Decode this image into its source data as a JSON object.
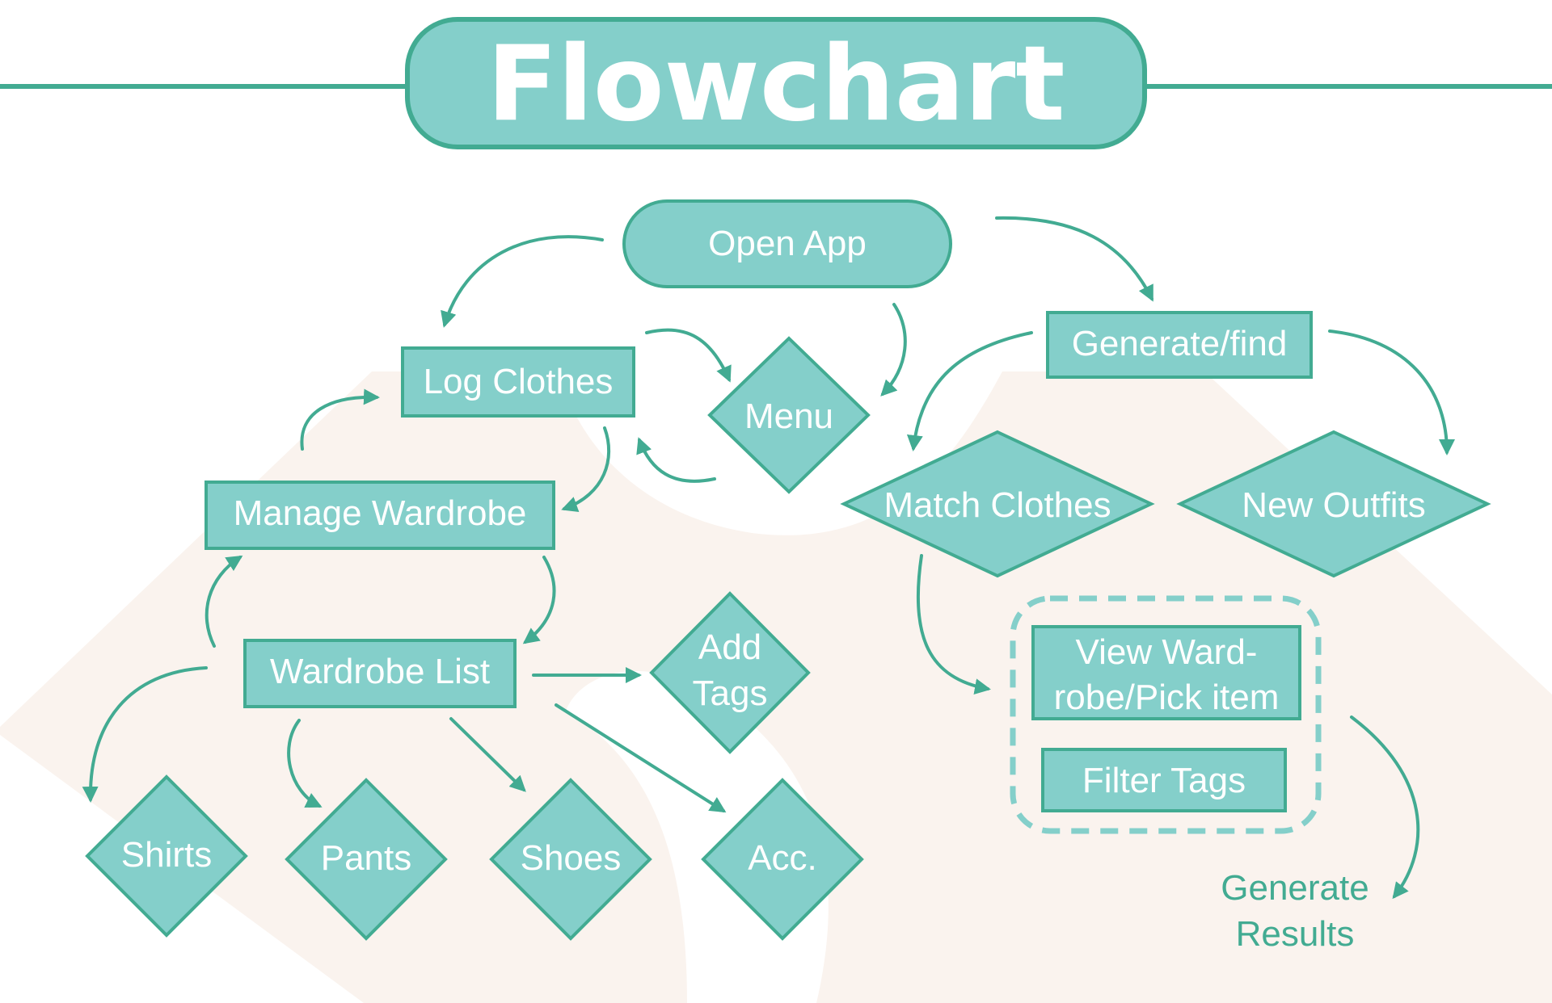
{
  "title": "Flowchart",
  "colors": {
    "node_fill": "#84cfca",
    "node_stroke": "#42ab92",
    "label": "#ffffff",
    "outside_label": "#42ab92",
    "background_shape": "#faf3ee"
  },
  "nodes": {
    "open_app": "Open App",
    "log_clothes": "Log Clothes",
    "menu": "Menu",
    "generate_find": "Generate/find",
    "manage_wardrobe": "Manage Wardrobe",
    "match_clothes": "Match Clothes",
    "new_outfits": "New Outfits",
    "wardrobe_list": "Wardrobe List",
    "add_tags": {
      "line1": "Add",
      "line2": "Tags"
    },
    "view_wardrobe": {
      "line1": "View Ward-",
      "line2": "robe/Pick item"
    },
    "filter_tags": "Filter Tags",
    "shirts": "Shirts",
    "pants": "Pants",
    "shoes": "Shoes",
    "acc": "Acc.",
    "generate_results": {
      "line1": "Generate",
      "line2": "Results"
    }
  }
}
